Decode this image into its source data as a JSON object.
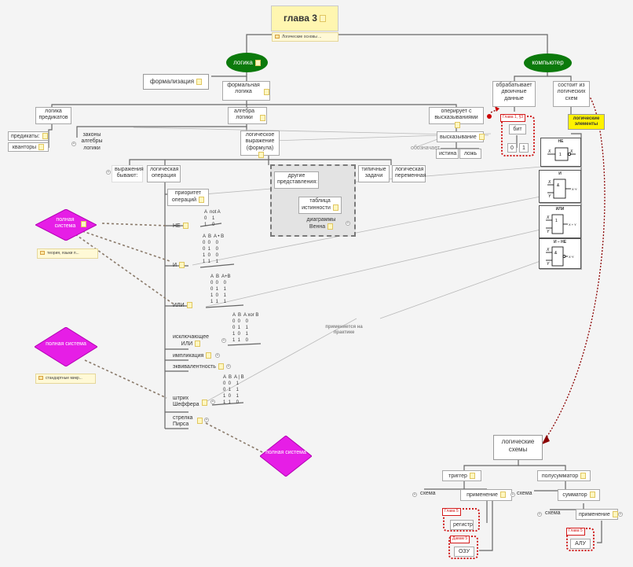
{
  "root": {
    "title": "глава 3",
    "note": "Логические основы ..."
  },
  "branches": {
    "logic": "логика",
    "computer": "компьютер"
  },
  "logic": {
    "formalization": "формализация",
    "formal_logic": "формальная логика",
    "predicate_logic": "логика предикатов",
    "algebra": "алгебра логики",
    "predicates": "предикаты:",
    "quantifiers": "кванторы",
    "laws": "законы алгебры логики",
    "expression": "логическое выражение (формула)",
    "operates": "оперирует с высказываниями",
    "statements": "высказывание",
    "true": "истина",
    "false": "ложь",
    "denotes": "обозначает",
    "expr_are": "выражения бывают:",
    "log_op": "логическая операция",
    "other_repr": "другие представления:",
    "truth_table": "таблица истинности",
    "venn": "диаграммы Венна",
    "typical": "типичные задачи",
    "log_var": "логическая переменная",
    "priority": "приоритет операций",
    "applied": "применяется на практике"
  },
  "ops": [
    {
      "name": "НЕ",
      "header": "A  not A",
      "rows": "0    1\n1    0"
    },
    {
      "name": "И",
      "header": "A  B  A • B",
      "rows": "0  0    0\n0  1    0\n1  0    0\n1  1    1"
    },
    {
      "name": "ИЛИ",
      "header": "A  B  A+B",
      "rows": "0  0    0\n0  1    1\n1  0    1\n1  1    1"
    },
    {
      "name": "исключающее ИЛИ",
      "header": "A  B  A xor B",
      "rows": "0  0    0\n0  1    1\n1  0    1\n1  1    0"
    },
    {
      "name": "импликация",
      "header": "",
      "rows": ""
    },
    {
      "name": "эквивалентность",
      "header": "",
      "rows": ""
    },
    {
      "name": "штрих Шеффера",
      "header": "A  B  A | B",
      "rows": "0  0    1\n0  1    1\n1  0    1\n1  1    0"
    },
    {
      "name": "стрелка Пирса",
      "header": "",
      "rows": ""
    }
  ],
  "full_system": {
    "label": "полная система",
    "note1": "теория, языки п...",
    "note2": "стандартные микр..."
  },
  "computer": {
    "binary": "обрабатывает двоичные данные",
    "chapter1": "Глава 1, §3",
    "bit": "бит",
    "zero": "0",
    "one": "1",
    "consists": "состоит из логических схем",
    "elements": "логические элементы",
    "gates": [
      "НЕ",
      "И",
      "ИЛИ",
      "И – НЕ"
    ]
  },
  "schemes": {
    "title": "логические схемы",
    "trigger": "триггер",
    "half_adder": "полусумматор",
    "scheme": "схема",
    "application": "применение",
    "adder": "сумматор",
    "chapter5a": "Глава 5",
    "register": "регистр",
    "chapter5b": "Давам 5",
    "ram": "ОЗУ",
    "chapter5c": "Глава 5",
    "alu": "АЛУ"
  }
}
